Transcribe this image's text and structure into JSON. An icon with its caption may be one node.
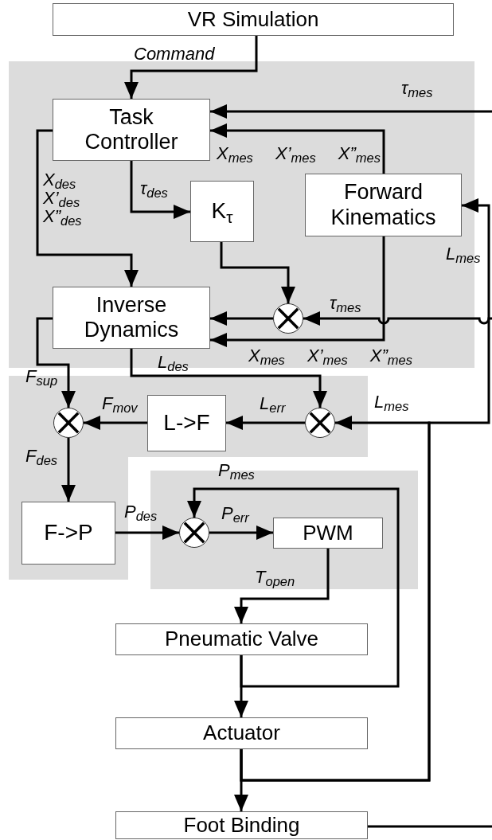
{
  "diagram": {
    "nodes": [
      {
        "text": [
          "VR Simulation"
        ]
      },
      {
        "text": [],
        "shape": "box"
      },
      {
        "text": [
          "Task Controller"
        ],
        "in": 1
      },
      {
        "text": [
          "K$_{τ}$"
        ],
        "in": 1
      },
      {
        "text": [
          "Forward Kinematics"
        ],
        "in": 1
      },
      {
        "text": [
          "Inverse Dynamics"
        ],
        "in": 1
      },
      {
        "text": [],
        "shape": "circle",
        "in": 1
      },
      {
        "text": [],
        "shape": "box"
      },
      {
        "text": [],
        "shape": "circle",
        "in": 7
      },
      {
        "text": [
          "L->F"
        ],
        "in": 7
      },
      {
        "text": [],
        "shape": "circle",
        "in": 7
      },
      {
        "text": [
          "F->P"
        ],
        "in": 7
      },
      {
        "text": [],
        "shape": "box"
      },
      {
        "text": [],
        "shape": "circle",
        "in": 12
      },
      {
        "text": [
          "PWM"
        ],
        "in": 12
      },
      {
        "text": [
          "Pneumatic Valve"
        ]
      },
      {
        "text": [
          "Actuator"
        ]
      },
      {
        "text": [
          "Foot Binding"
        ]
      }
    ],
    "edges": [
      {
        "from": 0,
        "to": 2,
        "arrow": "to",
        "label": "Command"
      },
      {
        "from": null,
        "to": 2,
        "arrow": "to",
        "label": "τ$_{mes}$"
      },
      {
        "from": 4,
        "to": 2,
        "arrow": "to",
        "label": "X$_{mes}$ X’$_{mes}$ X”$_{mes}$"
      },
      {
        "from": 2,
        "to": 3,
        "arrow": "to",
        "label": "τ$_{des}$"
      },
      {
        "from": 2,
        "to": 5,
        "arrow": "to",
        "label": "X$_{des}$ X’$_{des}$ X”$_{des}$"
      },
      {
        "from": 3,
        "to": 6,
        "arrow": "to"
      },
      {
        "from": 6,
        "to": 5,
        "arrow": "to"
      },
      {
        "from": null,
        "to": 6,
        "arrow": "to",
        "label": "τ$_{mes}$"
      },
      {
        "from": 4,
        "to": 5,
        "arrow": "to",
        "label": "X$_{mes}$ X’$_{mes}$ X”$_{mes}$"
      },
      {
        "from": 5,
        "to": 8,
        "arrow": "to",
        "label": "F$_{sup}$"
      },
      {
        "from": 5,
        "to": 10,
        "arrow": "to",
        "label": "L$_{des}$"
      },
      {
        "from": 10,
        "to": 9,
        "arrow": "to",
        "label": "L$_{err}$"
      },
      {
        "from": 9,
        "to": 8,
        "arrow": "to",
        "label": "F$_{mov}$"
      },
      {
        "from": 8,
        "to": 11,
        "arrow": "to",
        "label": "F$_{des}$"
      },
      {
        "from": 11,
        "to": 13,
        "arrow": "to",
        "label": "P$_{des}$"
      },
      {
        "from": 13,
        "to": 14,
        "arrow": "to",
        "label": "P$_{err}$"
      },
      {
        "from": 14,
        "to": 15,
        "arrow": "to",
        "label": "T$_{open}$"
      },
      {
        "from": 15,
        "to": 16,
        "arrow": "to"
      },
      {
        "from": 15,
        "to": 13,
        "arrow": "to",
        "label": "P$_{mes}$"
      },
      {
        "from": 16,
        "to": 17,
        "arrow": "to"
      },
      {
        "from": 16,
        "to": 10,
        "arrow": "to",
        "label": "L$_{mes}$"
      },
      {
        "from": 16,
        "to": 4,
        "arrow": "to",
        "label": "L$_{mes}$"
      },
      {
        "from": 17,
        "to": null,
        "arrow": "none"
      }
    ]
  }
}
